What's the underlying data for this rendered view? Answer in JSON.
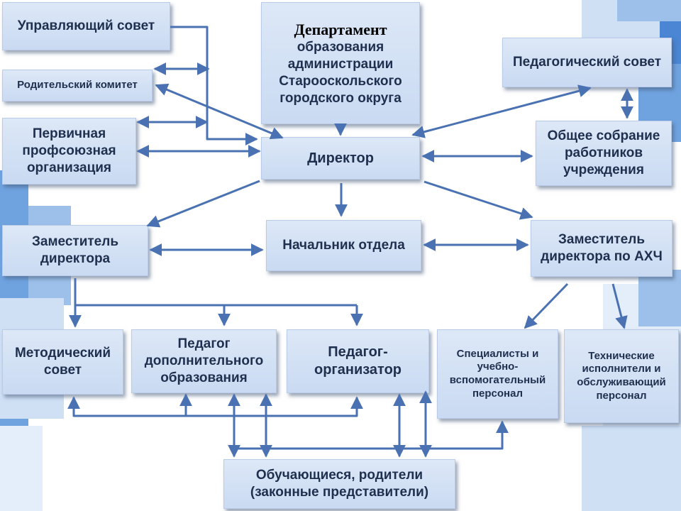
{
  "nodes": {
    "governing_council": "Управляющий совет",
    "parent_committee": "Родительский комитет",
    "trade_union": "Первичная\nпрофсоюзная\nорганизация",
    "department": {
      "title": "Департамент",
      "subtitle": "образования\nадминистрации\nСтарооскольского\nгородского округа"
    },
    "pedagogical_council": "Педагогический совет",
    "general_meeting": "Общее собрание\nработников\nучреждения",
    "director": "Директор",
    "deputy_director": "Заместитель\nдиректора",
    "head_of_department": "Начальник отдела",
    "deputy_director_ahch": "Заместитель\nдиректора по АХЧ",
    "methodical_council": "Методический\nсовет",
    "additional_education_teacher": "Педагог\nдополнительного\nобразования",
    "teacher_organizer": "Педагог-\nорганизатор",
    "support_staff": "Специалисты и\nучебно-\nвспомогательный\nперсонал",
    "technical_staff": "Технические\nисполнители и\nобслуживающий\nперсонал",
    "students_parents": "Обучающиеся, родители\n(законные представители)"
  }
}
